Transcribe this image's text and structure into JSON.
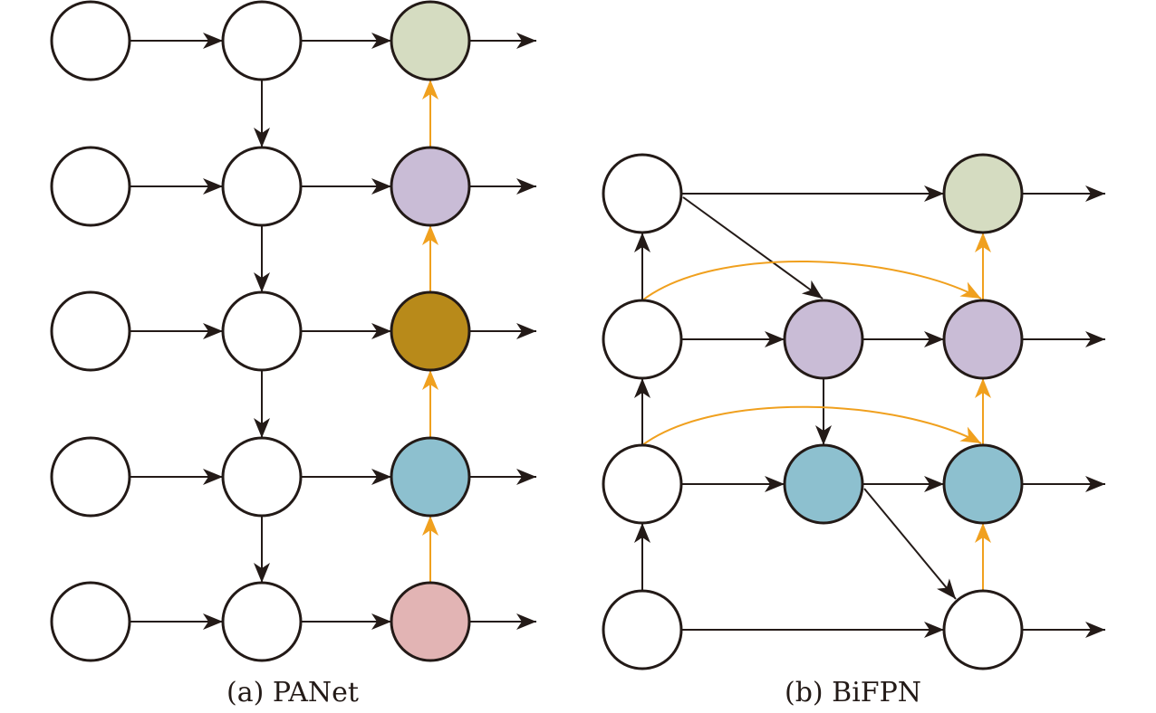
{
  "colors": {
    "stroke": "#231a17",
    "arrow_black": "#231a17",
    "arrow_orange": "#f0a01e",
    "white": "#ffffff",
    "green": "#d5dcc1",
    "purple": "#c9bcd6",
    "olive": "#b88a1a",
    "blue": "#8dc0cf",
    "pink": "#e2b4b4"
  },
  "panels": [
    {
      "id": "panet",
      "caption": "(a) PANet",
      "columns": 3,
      "rows": 5,
      "output_fills": [
        "green",
        "purple",
        "olive",
        "blue",
        "pink"
      ],
      "arrows_across": "each row: col1→col2→col3→output",
      "top_down_path": "col2 downward",
      "bottom_up_path": "col3 upward (orange)"
    },
    {
      "id": "bifpn",
      "caption": "(b) BiFPN",
      "rows": 4,
      "input_column": "4 white nodes, bottom-up",
      "middle_fills": [
        "purple",
        "blue"
      ],
      "output_fills": [
        "green",
        "purple",
        "blue",
        "white"
      ],
      "skip_connections": "orange curved arrows from input to output on rows 2 and 3"
    }
  ]
}
